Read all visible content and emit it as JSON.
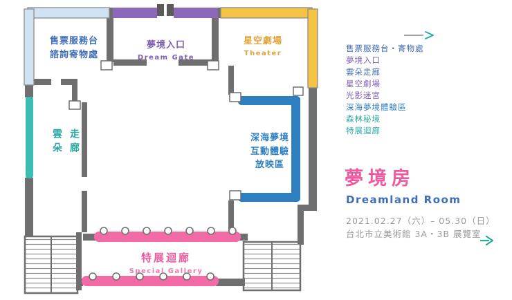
{
  "palette": {
    "blue": "#3f6eb5",
    "purple": "#7d5fb2",
    "yellow": "#e2a33c",
    "teal": "#2aa8a2",
    "royal": "#2e7fc0",
    "pink": "#ef5a9e",
    "pink_light": "#f07ab0",
    "gray": "#9a9a9a"
  },
  "plan": {
    "rooms": {
      "top_left": {
        "line1": "售票服務台",
        "line2": "諮詢寄物處"
      },
      "top_mid": {
        "line1": "夢境入口",
        "line2": "Dream Gate"
      },
      "top_right": {
        "line1": "星空劇場",
        "line2": "Theater"
      },
      "left_corridor": {
        "col1": "雲朵",
        "col2": "走廊"
      },
      "right_room": {
        "line1": "深海夢境",
        "line2": "互動體驗",
        "line3": "放映區"
      },
      "bottom_gallery": {
        "line1": "特展迴廊",
        "line2": "Special Gallery"
      }
    }
  },
  "legend": {
    "items": [
      {
        "label": "售票服務台・寄物處",
        "color": "#3f6eb5"
      },
      {
        "label": "夢境入口",
        "color": "#7d5fb2"
      },
      {
        "label": "雲朵走廊",
        "color": "#3f6eb5"
      },
      {
        "label": "星空劇場",
        "color": "#7d5fb2"
      },
      {
        "label": "光影迷宮",
        "color": "#7d5fb2"
      },
      {
        "label": "深海夢境體驗區",
        "color": "#2e7fc0"
      },
      {
        "label": "森林秘境",
        "color": "#2aa8a2"
      },
      {
        "label": "特展迴廊",
        "color": "#2aa8a2"
      }
    ]
  },
  "info": {
    "title": "夢境房",
    "subtitle": "Dreamland Room",
    "line1": "2021.02.27（六）– 05.30（日）",
    "line2": "台北市立美術館 3A・3B 展覽室"
  }
}
